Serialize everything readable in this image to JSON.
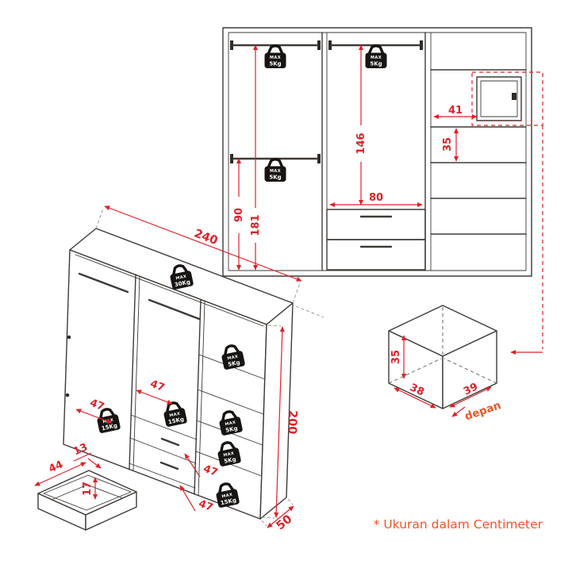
{
  "colors": {
    "line": "#3e3a37",
    "dimension_red": "#e02128",
    "accent_orange": "#f05423",
    "icon_black": "#171412",
    "icon_text": "#ffffff"
  },
  "footer": {
    "note": "* Ukuran dalam Centimeter"
  },
  "weights": {
    "max": "MAX",
    "kg5": "5Kg",
    "kg15": "15Kg",
    "kg30": "30Kg"
  },
  "front_view": {
    "dims": {
      "lower_rod": "90",
      "upper_rod": "181",
      "mid_rod": "146",
      "drawer_width": "80",
      "door_width": "41",
      "shelf_gap": "35"
    }
  },
  "iso_view": {
    "dims": {
      "width": "240",
      "height": "200",
      "depth": "50",
      "inner_width": "47"
    }
  },
  "drawer_detail": {
    "dims": {
      "width": "44",
      "top_rail": "13",
      "height": "17"
    }
  },
  "cube_detail": {
    "dims": {
      "height": "35",
      "bottom_left": "38",
      "bottom_right": "39"
    },
    "front_label": "depan"
  }
}
